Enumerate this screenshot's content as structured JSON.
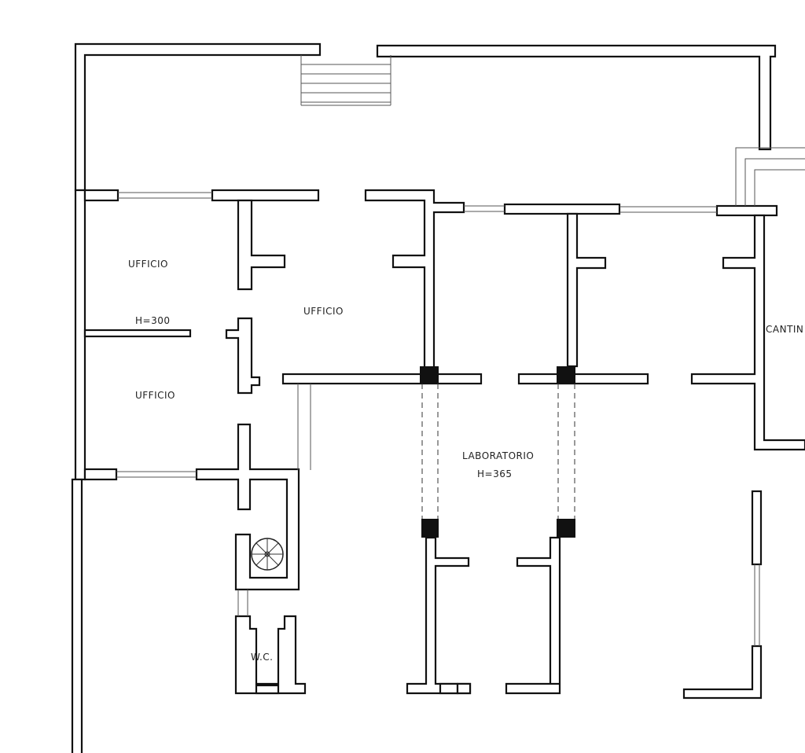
{
  "plan": {
    "rooms": [
      {
        "name": "UFFICIO"
      },
      {
        "name": "UFFICIO"
      },
      {
        "name": "UFFICIO"
      },
      {
        "name": "LABORATORIO"
      },
      {
        "name": "CANTIN"
      },
      {
        "name": "W.C."
      }
    ],
    "heights": [
      "H=300",
      "H=365"
    ]
  }
}
